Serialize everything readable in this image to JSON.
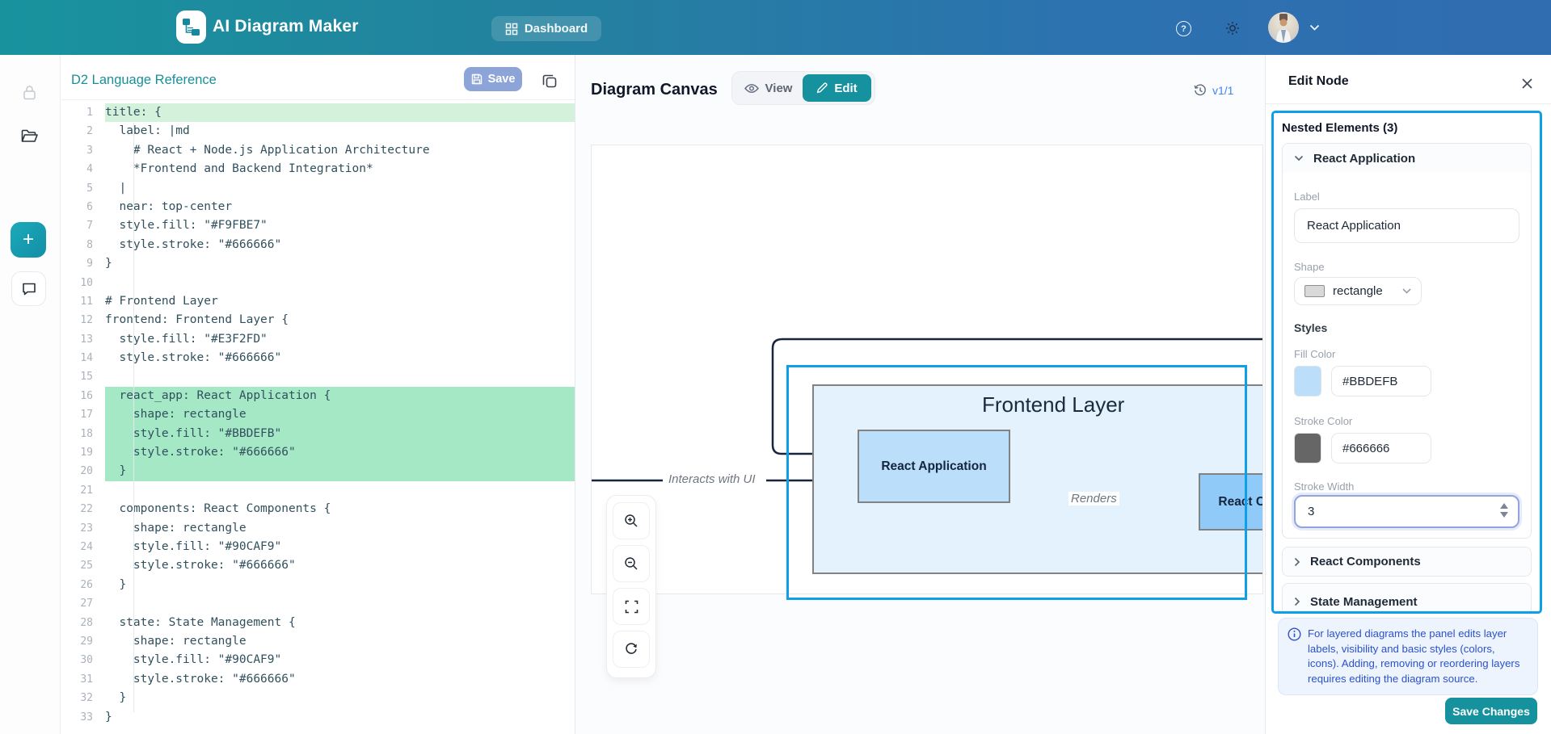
{
  "navbar": {
    "brand": "AI Diagram Maker",
    "dashboard": "Dashboard"
  },
  "editor": {
    "title": "D2 Language Reference",
    "save_label": "Save",
    "lines": [
      {
        "n": 1,
        "t": "title: {",
        "hl": "light"
      },
      {
        "n": 2,
        "t": "  label: |md"
      },
      {
        "n": 3,
        "t": "    # React + Node.js Application Architecture"
      },
      {
        "n": 4,
        "t": "    *Frontend and Backend Integration*"
      },
      {
        "n": 5,
        "t": "  |"
      },
      {
        "n": 6,
        "t": "  near: top-center"
      },
      {
        "n": 7,
        "t": "  style.fill: \"#F9FBE7\""
      },
      {
        "n": 8,
        "t": "  style.stroke: \"#666666\""
      },
      {
        "n": 9,
        "t": "}"
      },
      {
        "n": 10,
        "t": ""
      },
      {
        "n": 11,
        "t": "# Frontend Layer"
      },
      {
        "n": 12,
        "t": "frontend: Frontend Layer {"
      },
      {
        "n": 13,
        "t": "  style.fill: \"#E3F2FD\""
      },
      {
        "n": 14,
        "t": "  style.stroke: \"#666666\""
      },
      {
        "n": 15,
        "t": ""
      },
      {
        "n": 16,
        "t": "  react_app: React Application {",
        "hl": "strong"
      },
      {
        "n": 17,
        "t": "    shape: rectangle",
        "hl": "strong"
      },
      {
        "n": 18,
        "t": "    style.fill: \"#BBDEFB\"",
        "hl": "strong"
      },
      {
        "n": 19,
        "t": "    style.stroke: \"#666666\"",
        "hl": "strong"
      },
      {
        "n": 20,
        "t": "  }",
        "hl": "strong"
      },
      {
        "n": 21,
        "t": ""
      },
      {
        "n": 22,
        "t": "  components: React Components {"
      },
      {
        "n": 23,
        "t": "    shape: rectangle"
      },
      {
        "n": 24,
        "t": "    style.fill: \"#90CAF9\""
      },
      {
        "n": 25,
        "t": "    style.stroke: \"#666666\""
      },
      {
        "n": 26,
        "t": "  }"
      },
      {
        "n": 27,
        "t": ""
      },
      {
        "n": 28,
        "t": "  state: State Management {"
      },
      {
        "n": 29,
        "t": "    shape: rectangle"
      },
      {
        "n": 30,
        "t": "    style.fill: \"#90CAF9\""
      },
      {
        "n": 31,
        "t": "    style.stroke: \"#666666\""
      },
      {
        "n": 32,
        "t": "  }"
      },
      {
        "n": 33,
        "t": "}"
      }
    ]
  },
  "canvas": {
    "title": "Diagram Canvas",
    "view_label": "View",
    "edit_label": "Edit",
    "version": "v1/1",
    "diagram": {
      "container_label": "Frontend Layer",
      "react_app_label": "React Application",
      "react_components_label": "React Components",
      "edge_label_interacts": "Interacts with UI",
      "edge_label_renders": "Renders"
    }
  },
  "panel": {
    "title": "Edit Node",
    "nested_header": "Nested Elements (3)",
    "accordion_1": "React Application",
    "accordion_2": "React Components",
    "accordion_3": "State Management",
    "label_label": "Label",
    "label_value": "React Application",
    "shape_label": "Shape",
    "shape_value": "rectangle",
    "styles_label": "Styles",
    "fill_label": "Fill Color",
    "fill_value": "#BBDEFB",
    "stroke_label": "Stroke Color",
    "stroke_value": "#666666",
    "width_label": "Stroke Width",
    "width_value": "3",
    "info": "For layered diagrams the panel edits layer labels, visibility and basic styles (colors, icons). Adding, removing or reordering layers requires editing the diagram source.",
    "save_changes": "Save Changes"
  },
  "colors": {
    "accent_teal": "#16929e",
    "selection_blue": "#0d9fe8",
    "container_fill": "#E3F2FD",
    "node_fill": "#BBDEFB",
    "component_fill": "#90CAF9",
    "node_stroke": "#666666",
    "edge": "#17253f",
    "highlight_light": "#d4f1dc",
    "highlight_strong": "#a5e8c6"
  }
}
